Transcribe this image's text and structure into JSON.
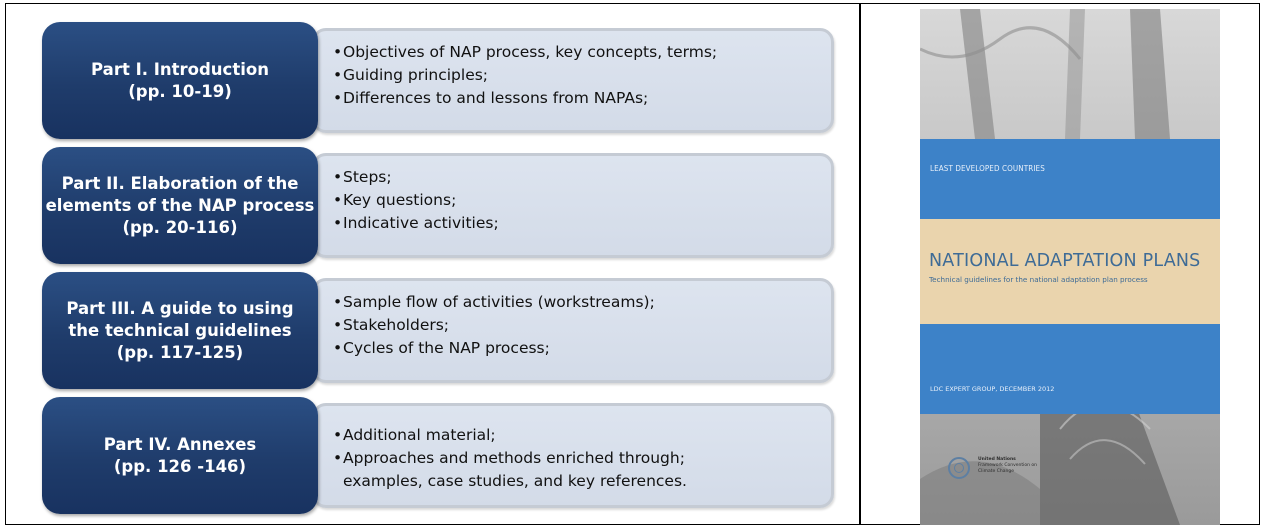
{
  "parts": [
    {
      "title_lines": [
        "Part I. Introduction",
        "(pp. 10-19)"
      ],
      "bullets": [
        [
          "Objectives of NAP process, key concepts, terms;"
        ],
        [
          "Guiding principles;"
        ],
        [
          "Differences to and lessons from NAPAs;"
        ]
      ]
    },
    {
      "title_lines": [
        "Part II. Elaboration of the",
        "elements of the NAP process",
        "(pp. 20-116)"
      ],
      "bullets": [
        [
          "Steps;"
        ],
        [
          "Key questions;"
        ],
        [
          "Indicative activities;"
        ]
      ]
    },
    {
      "title_lines": [
        "Part III. A guide to using",
        "the technical guidelines",
        "(pp. 117-125)"
      ],
      "bullets": [
        [
          "Sample flow of activities (workstreams);"
        ],
        [
          "Stakeholders;"
        ],
        [
          "Cycles of the NAP process;"
        ]
      ]
    },
    {
      "title_lines": [
        "Part IV. Annexes",
        "(pp. 126 -146)"
      ],
      "bullets": [
        [
          "Additional material;"
        ],
        [
          "Approaches and methods enriched through;",
          "examples, case studies, and key references."
        ]
      ]
    }
  ],
  "bullet_char": "•",
  "cover": {
    "top_band_text": "LEAST DEVELOPED COUNTRIES",
    "title": "NATIONAL ADAPTATION PLANS",
    "subtitle": "Technical guidelines for the national adaptation plan process",
    "footer": "LDC EXPERT GROUP, DECEMBER 2012",
    "org_lines": [
      "United Nations",
      "Framework Convention on",
      "Climate Change"
    ]
  },
  "colors": {
    "part_box": "#1f3c6b",
    "detail_box": "#d9e0ec",
    "cover_blue": "#3d82c8",
    "cover_tan": "#ead4ad",
    "cover_title": "#3e6b96"
  }
}
